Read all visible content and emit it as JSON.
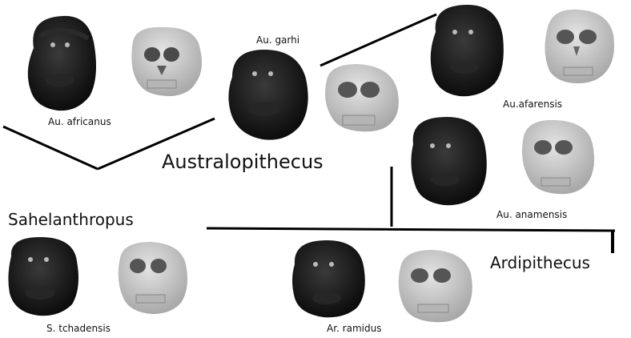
{
  "species": {
    "africanus": "Au. africanus",
    "garhi": "Au. garhi",
    "afarensis": "Au.afarensis",
    "anamensis": "Au. anamensis",
    "tchadensis": "S. tchadensis",
    "ramidus": "Ar. ramidus"
  },
  "genera": {
    "australopithecus": "Australopithecus",
    "sahelanthropus": "Sahelanthropus",
    "ardipithecus": "Ardipithecus"
  },
  "colors": {
    "line": "#000000",
    "head": "#1a1a1a",
    "skull": "#c9c9c9",
    "eye": "#3a3a3a"
  }
}
